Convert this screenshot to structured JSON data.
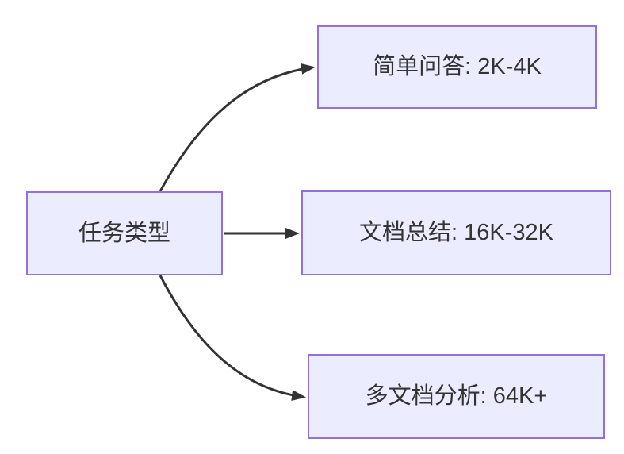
{
  "diagram": {
    "type": "flowchart-left-to-right",
    "background": "#FFFFFF",
    "root": {
      "id": "task-type",
      "label": "任务类型"
    },
    "children": [
      {
        "id": "simple-qa",
        "label": "简单问答: 2K-4K"
      },
      {
        "id": "doc-summary",
        "label": "文档总结: 16K-32K"
      },
      {
        "id": "multi-doc",
        "label": "多文档分析: 64K+"
      }
    ],
    "edges": [
      {
        "from": "task-type",
        "to": "simple-qa",
        "style": "curved-up"
      },
      {
        "from": "task-type",
        "to": "doc-summary",
        "style": "straight"
      },
      {
        "from": "task-type",
        "to": "multi-doc",
        "style": "curved-down"
      }
    ],
    "colors": {
      "node_fill": "#ECECFF",
      "node_border": "#9370DB",
      "edge_line": "#333333",
      "label_text": "#333333"
    }
  }
}
